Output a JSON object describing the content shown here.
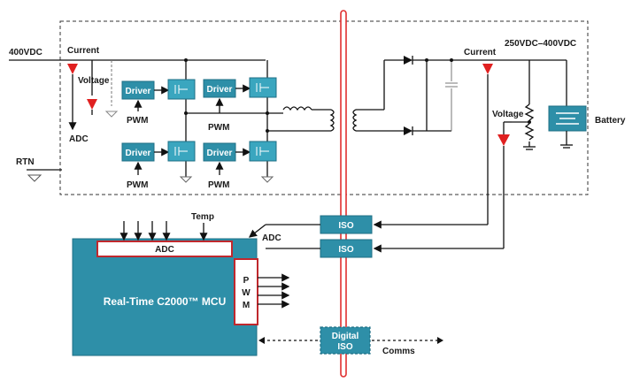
{
  "labels": {
    "input_voltage": "400VDC",
    "current_in": "Current",
    "voltage_in": "Voltage",
    "adc_left": "ADC",
    "rtn": "RTN",
    "current_out": "Current",
    "output_range": "250VDC–400VDC",
    "voltage_out": "Voltage",
    "battery": "Battery",
    "temp": "Temp",
    "adc_mid": "ADC",
    "comms": "Comms"
  },
  "blocks": {
    "driver": "Driver",
    "pwm": "PWM",
    "iso": "ISO",
    "digital_iso_line1": "Digital",
    "digital_iso_line2": "ISO",
    "mcu": "Real-Time C2000™ MCU",
    "mcu_adc": "ADC",
    "mcu_pwm": [
      "P",
      "W",
      "M"
    ]
  },
  "colors": {
    "block_teal": "#2e8fa8",
    "isolation_barrier": "#e03030",
    "sensor_red": "#e02020",
    "mcu_border": "#c0282d"
  }
}
